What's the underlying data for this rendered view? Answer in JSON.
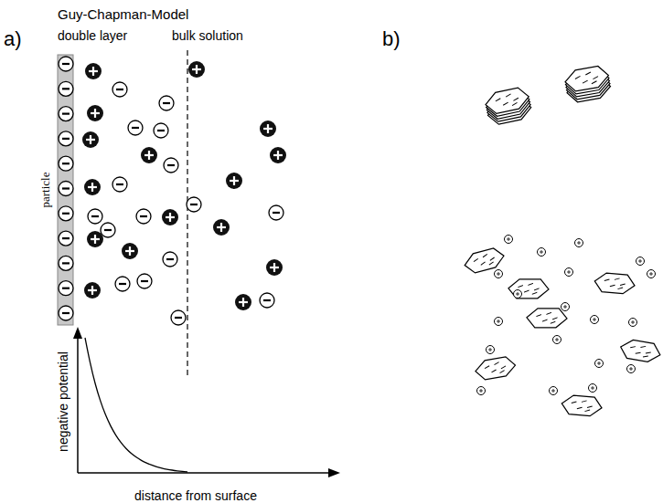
{
  "diagram": {
    "title": "Guy-Chapman-Model",
    "labels": [
      "a)",
      "double layer",
      "bulk solution",
      "particle",
      "negative potential",
      "distance from surface",
      "b)"
    ]
  }
}
